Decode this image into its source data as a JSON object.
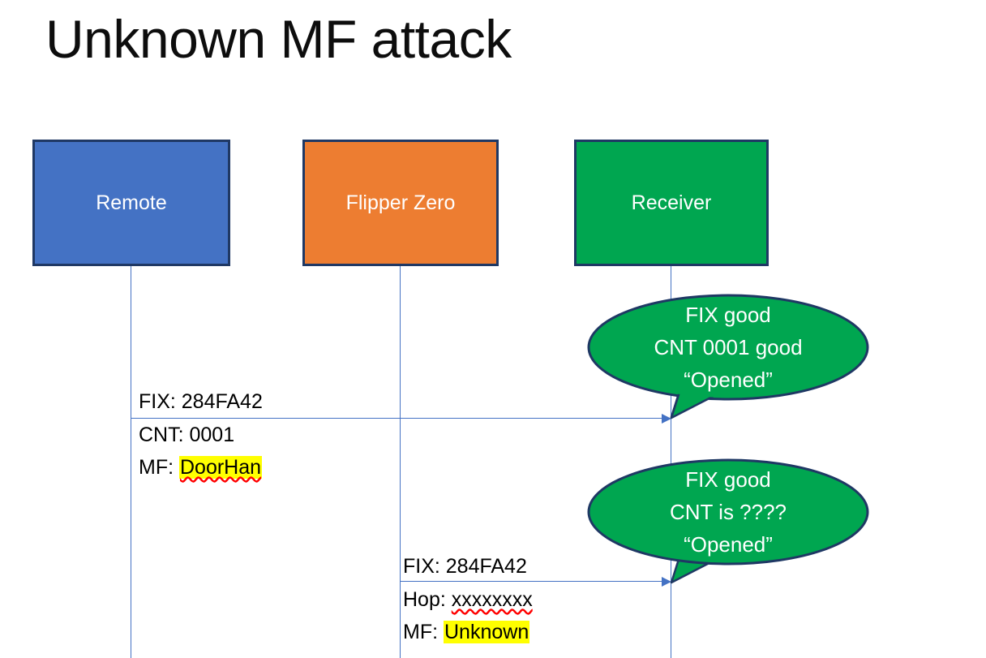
{
  "slide": {
    "title": "Unknown MF attack",
    "background": "#ffffff"
  },
  "colors": {
    "remote_box": "#4472C4",
    "flipper_box": "#ED7D31",
    "receiver_box": "#00A650",
    "box_border": "#1F3864",
    "bubble_fill": "#00A650",
    "bubble_border": "#1F3864",
    "arrow": "#4472C4",
    "lifeline": "#4472C4",
    "highlight": "#FFFF00",
    "spellcheck_underline": "#FF0000",
    "text": "#000000",
    "box_label_text": "#FFFFFF"
  },
  "actors": [
    {
      "id": "remote",
      "label": "Remote"
    },
    {
      "id": "flipper",
      "label": "Flipper Zero"
    },
    {
      "id": "receiver",
      "label": "Receiver"
    }
  ],
  "messages": [
    {
      "id": "msg-remote-to-receiver",
      "from": "remote",
      "to": "receiver",
      "lines": [
        {
          "label": "FIX: 284FA42",
          "highlighted": "",
          "spellcheck": false
        },
        {
          "label": "CNT: 0001",
          "highlighted": "",
          "spellcheck": false
        },
        {
          "label": "MF: ",
          "highlighted": "DoorHan",
          "spellcheck": true
        }
      ],
      "line1": "FIX: 284FA42",
      "line2": "CNT: 0001",
      "line3_prefix": "MF: ",
      "line3_value": "DoorHan"
    },
    {
      "id": "msg-flipper-to-receiver",
      "from": "flipper",
      "to": "receiver",
      "lines": [
        {
          "label": "FIX: 284FA42",
          "highlighted": "",
          "spellcheck": false
        },
        {
          "label": "Hop: xxxxxxxx",
          "highlighted": "",
          "spellcheck": true
        },
        {
          "label": "MF: ",
          "highlighted": "Unknown",
          "spellcheck": false
        }
      ],
      "line1": "FIX: 284FA42",
      "line2_prefix": "Hop: ",
      "line2_value": "xxxxxxxx",
      "line3_prefix": "MF: ",
      "line3_value": "Unknown"
    }
  ],
  "bubbles": [
    {
      "id": "bubble-receiver-1",
      "owner": "receiver",
      "lines": [
        "FIX good",
        "CNT 0001 good",
        "“Opened”"
      ],
      "line1": "FIX good",
      "line2": "CNT 0001 good",
      "line3": "“Opened”"
    },
    {
      "id": "bubble-receiver-2",
      "owner": "receiver",
      "lines": [
        "FIX good",
        "CNT is ????",
        "“Opened”"
      ],
      "line1": "FIX good",
      "line2": "CNT is ????",
      "line3": "“Opened”"
    }
  ]
}
